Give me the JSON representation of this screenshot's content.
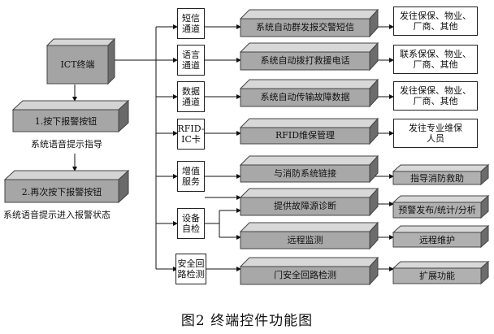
{
  "terminal": "ICT终端",
  "step1": "1.按下报警按钮",
  "step1_note": "系统语音提示指导",
  "step2": "2.再次按下报警按钮",
  "step2_note": "系统语音提示进入报警状态",
  "channels": [
    {
      "l1": "短信",
      "l2": "通道"
    },
    {
      "l1": "语言",
      "l2": "通道"
    },
    {
      "l1": "数据",
      "l2": "通道"
    },
    {
      "l1": "RFID-",
      "l2": "IC卡"
    },
    {
      "l1": "增值",
      "l2": "服务"
    },
    {
      "l1": "设备",
      "l2": "自检"
    },
    {
      "l1": "安全回",
      "l2": "路检测"
    }
  ],
  "actions": [
    "系统自动群发报交警短信",
    "系统自动拨打救援电话",
    "系统自动传输故障数据",
    "RFID维保管理",
    "与消防系统链接",
    "提供故障源诊断",
    "远程监测",
    "门安全回路检测"
  ],
  "targets": [
    {
      "l1": "发往保保、物业、",
      "l2": "厂商、其他"
    },
    {
      "l1": "联系保保、物业、",
      "l2": "厂商、其他"
    },
    {
      "l1": "发往保保、物业、",
      "l2": "厂商、其他"
    },
    {
      "l1": "发往专业维保",
      "l2": "人员"
    }
  ],
  "results": [
    "指导消防救助",
    "预警发布/统计/分析",
    "远程维护",
    "扩展功能"
  ],
  "caption": "图2  终端控件功能图"
}
